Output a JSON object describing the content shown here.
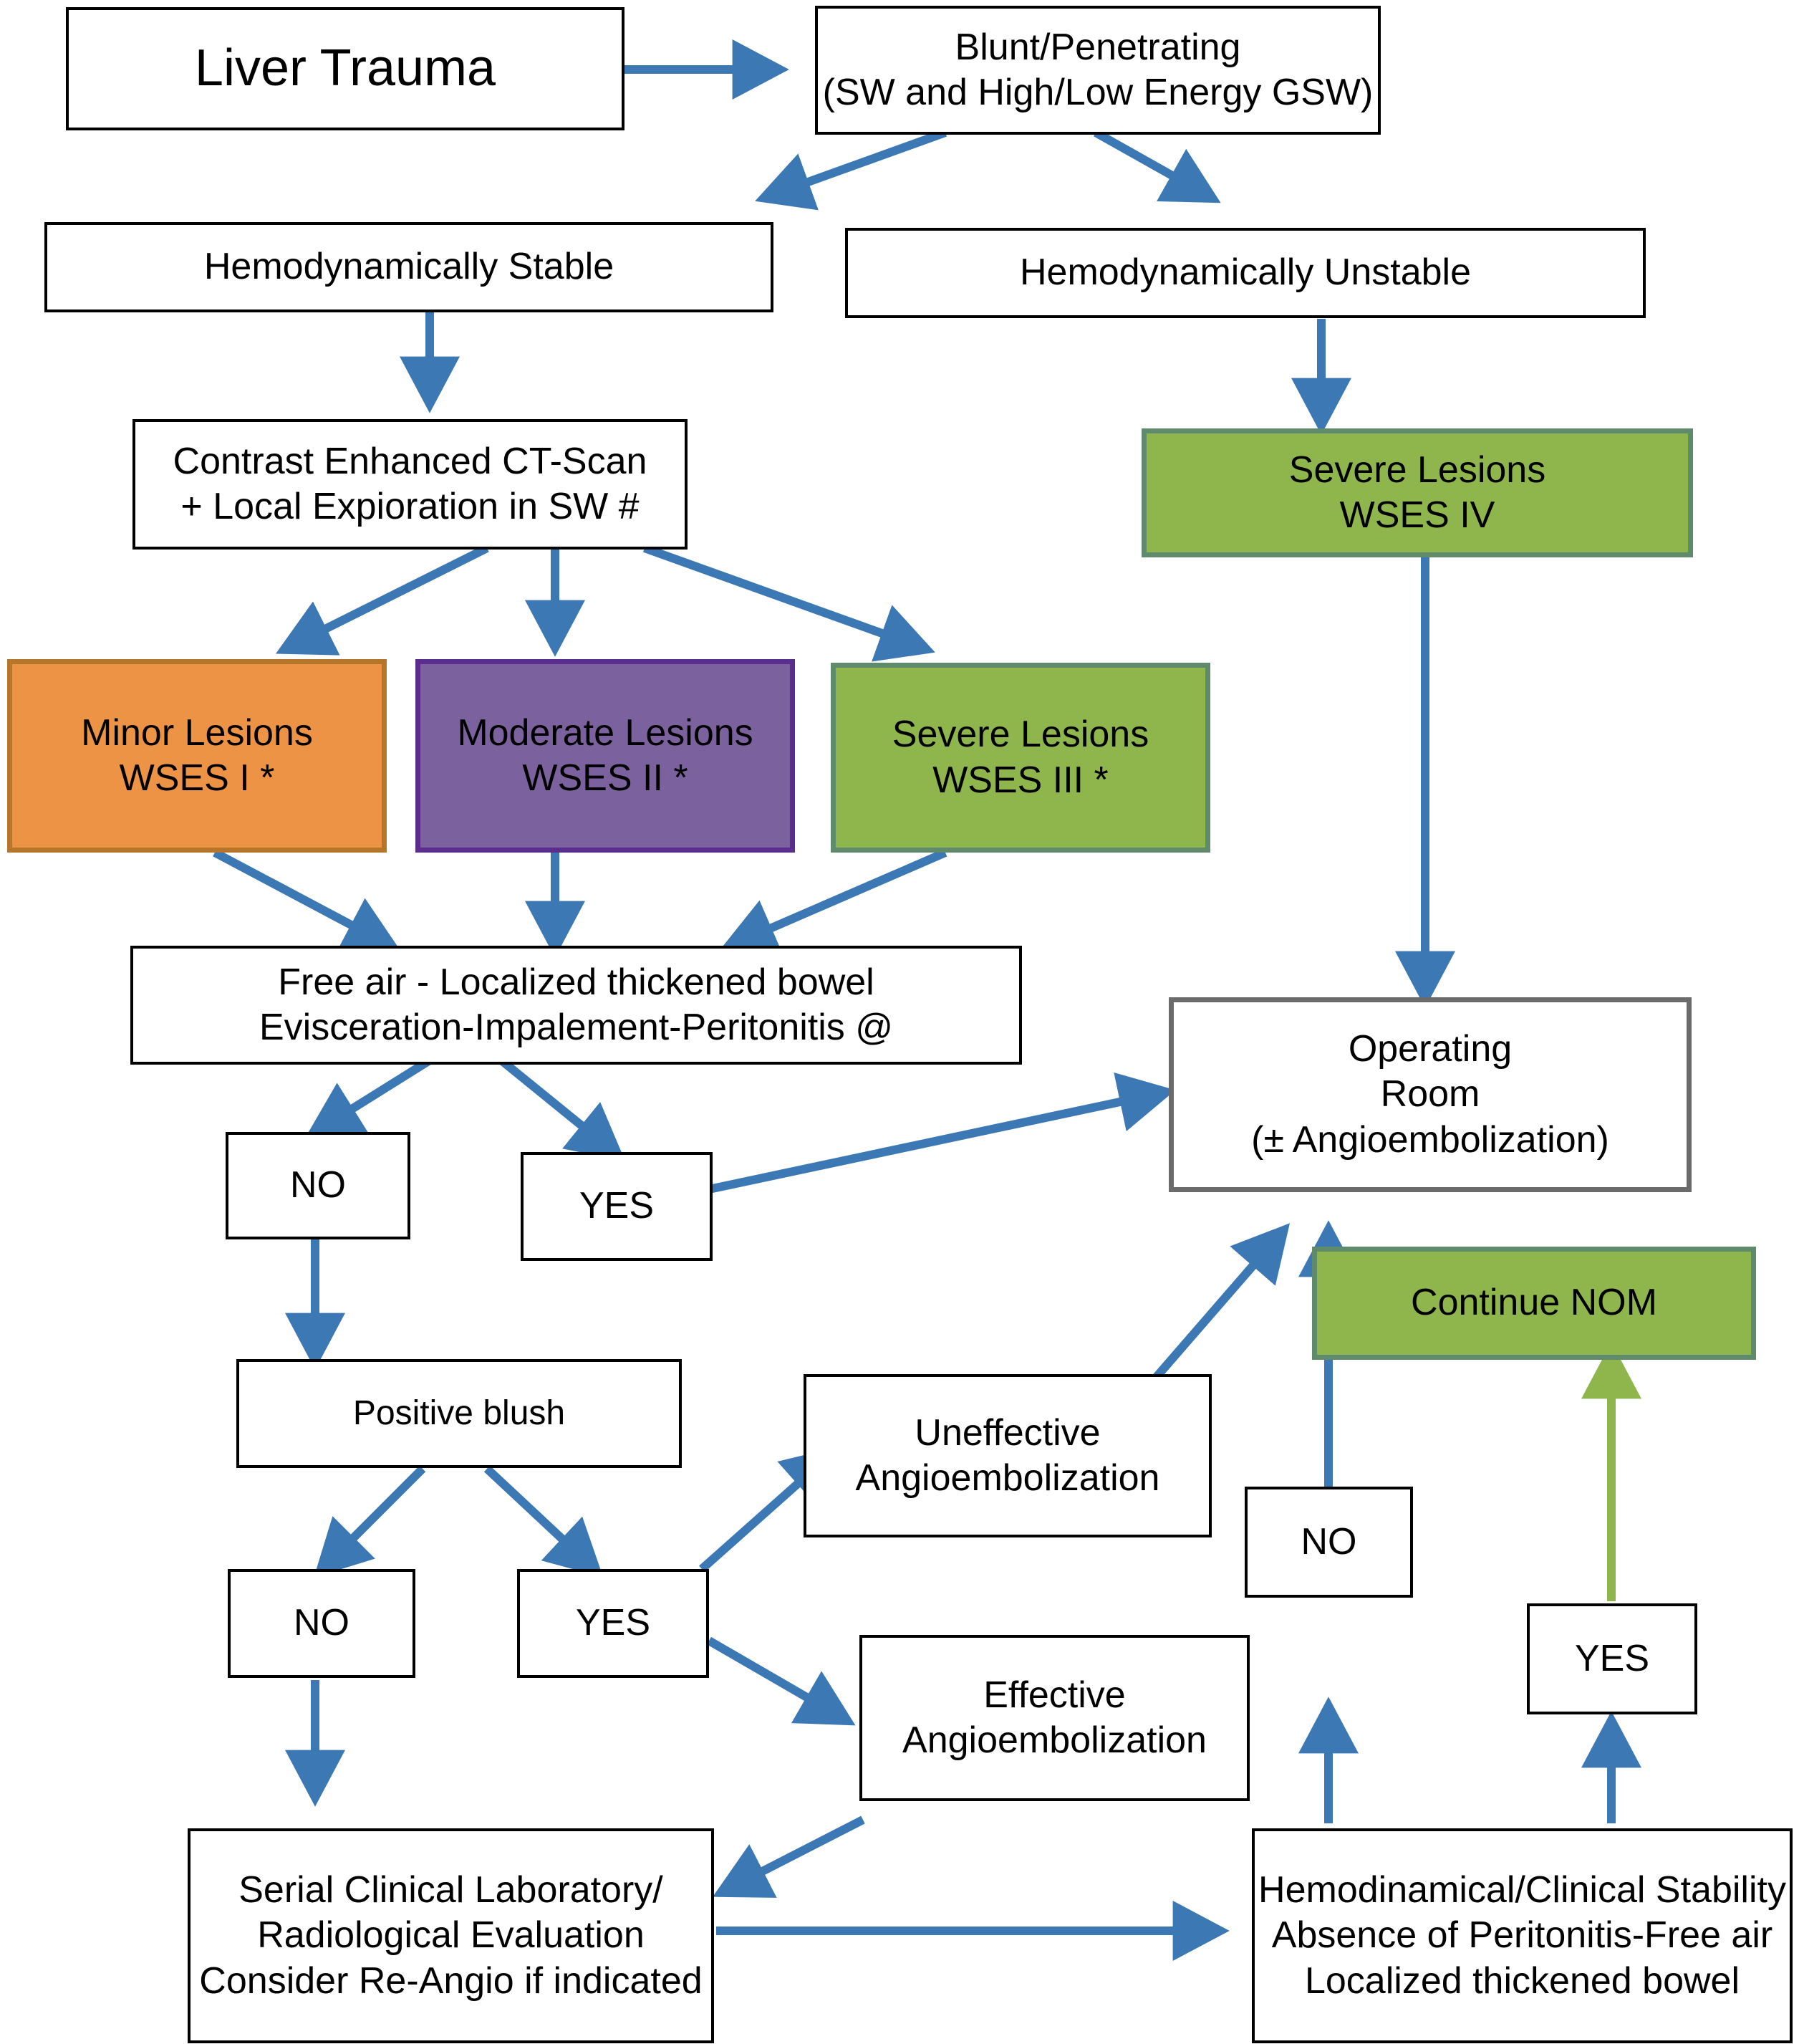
{
  "diagram": {
    "title": "Liver Trauma Management Algorithm",
    "colors": {
      "arrow_blue": "#3c78b4",
      "arrow_green": "#8fb54d",
      "box_orange_fill": "#ed9346",
      "box_orange_border": "#b5752b",
      "box_purple_fill": "#7b629f",
      "box_purple_border": "#5b2d8e",
      "box_green_fill": "#8fb54d",
      "box_green_border": "#5f8a6b",
      "box_gray_border": "#6b6b6b",
      "box_black_border": "#000000",
      "background": "#ffffff"
    },
    "nodes": {
      "liver_trauma": {
        "lines": [
          "Liver Trauma"
        ]
      },
      "blunt_pen": {
        "lines": [
          "Blunt/Penetrating",
          "(SW and High/Low Energy GSW)"
        ]
      },
      "hd_stable": {
        "lines": [
          "Hemodynamically Stable"
        ]
      },
      "hd_unstable": {
        "lines": [
          "Hemodynamically Unstable"
        ]
      },
      "ct_scan": {
        "lines": [
          "Contrast Enhanced CT-Scan",
          "+ Local Expioration in SW #"
        ]
      },
      "severe_iv": {
        "lines": [
          "Severe Lesions",
          "WSES IV"
        ]
      },
      "minor_i": {
        "lines": [
          "Minor Lesions",
          "WSES I *"
        ]
      },
      "moderate_ii": {
        "lines": [
          "Moderate Lesions",
          "WSES II *"
        ]
      },
      "severe_iii": {
        "lines": [
          "Severe Lesions",
          "WSES III *"
        ]
      },
      "free_air": {
        "lines": [
          "Free air - Localized thickened bowel",
          "Evisceration-Impalement-Peritonitis @"
        ]
      },
      "no_1": {
        "lines": [
          "NO"
        ]
      },
      "yes_1": {
        "lines": [
          "YES"
        ]
      },
      "operating_room": {
        "lines": [
          "Operating",
          "Room",
          "(± Angioembolization)"
        ]
      },
      "continue_nom": {
        "lines": [
          "Continue NOM"
        ]
      },
      "positive_blush": {
        "lines": [
          "Positive blush"
        ]
      },
      "uneffective_ae": {
        "lines": [
          "Uneffective",
          "Angioembolization"
        ]
      },
      "no_2": {
        "lines": [
          "NO"
        ]
      },
      "yes_2": {
        "lines": [
          "YES"
        ]
      },
      "no_3": {
        "lines": [
          "NO"
        ]
      },
      "yes_3": {
        "lines": [
          "YES"
        ]
      },
      "effective_ae": {
        "lines": [
          "Effective",
          "Angioembolization"
        ]
      },
      "serial_eval": {
        "lines": [
          "Serial Clinical Laboratory/",
          "Radiological Evaluation",
          "Consider Re-Angio if indicated"
        ]
      },
      "hemodinamical": {
        "lines": [
          "Hemodinamical/Clinical Stability",
          "Absence of Peritonitis-Free air",
          "Localized thickened bowel"
        ]
      }
    },
    "edges": [
      {
        "from": "liver_trauma",
        "to": "blunt_pen",
        "color": "blue"
      },
      {
        "from": "blunt_pen",
        "to": "hd_stable",
        "color": "blue"
      },
      {
        "from": "blunt_pen",
        "to": "hd_unstable",
        "color": "blue"
      },
      {
        "from": "hd_stable",
        "to": "ct_scan",
        "color": "blue"
      },
      {
        "from": "hd_unstable",
        "to": "severe_iv",
        "color": "blue"
      },
      {
        "from": "ct_scan",
        "to": "minor_i",
        "color": "blue"
      },
      {
        "from": "ct_scan",
        "to": "moderate_ii",
        "color": "blue"
      },
      {
        "from": "ct_scan",
        "to": "severe_iii",
        "color": "blue"
      },
      {
        "from": "minor_i",
        "to": "free_air",
        "color": "blue"
      },
      {
        "from": "moderate_ii",
        "to": "free_air",
        "color": "blue"
      },
      {
        "from": "severe_iii",
        "to": "free_air",
        "color": "blue"
      },
      {
        "from": "severe_iv",
        "to": "operating_room",
        "color": "blue"
      },
      {
        "from": "free_air",
        "to": "no_1",
        "color": "blue"
      },
      {
        "from": "free_air",
        "to": "yes_1",
        "color": "blue"
      },
      {
        "from": "yes_1",
        "to": "operating_room",
        "color": "blue"
      },
      {
        "from": "no_1",
        "to": "positive_blush",
        "color": "blue"
      },
      {
        "from": "positive_blush",
        "to": "no_2",
        "color": "blue"
      },
      {
        "from": "positive_blush",
        "to": "yes_2",
        "color": "blue"
      },
      {
        "from": "yes_2",
        "to": "uneffective_ae",
        "color": "blue"
      },
      {
        "from": "yes_2",
        "to": "effective_ae",
        "color": "blue"
      },
      {
        "from": "uneffective_ae",
        "to": "operating_room",
        "color": "blue"
      },
      {
        "from": "effective_ae",
        "to": "serial_eval",
        "color": "blue"
      },
      {
        "from": "no_2",
        "to": "serial_eval",
        "color": "blue"
      },
      {
        "from": "serial_eval",
        "to": "hemodinamical",
        "color": "blue"
      },
      {
        "from": "hemodinamical",
        "to": "no_3",
        "color": "blue"
      },
      {
        "from": "hemodinamical",
        "to": "yes_3",
        "color": "blue"
      },
      {
        "from": "no_3",
        "to": "operating_room",
        "color": "blue"
      },
      {
        "from": "yes_3",
        "to": "continue_nom",
        "color": "green"
      }
    ]
  }
}
